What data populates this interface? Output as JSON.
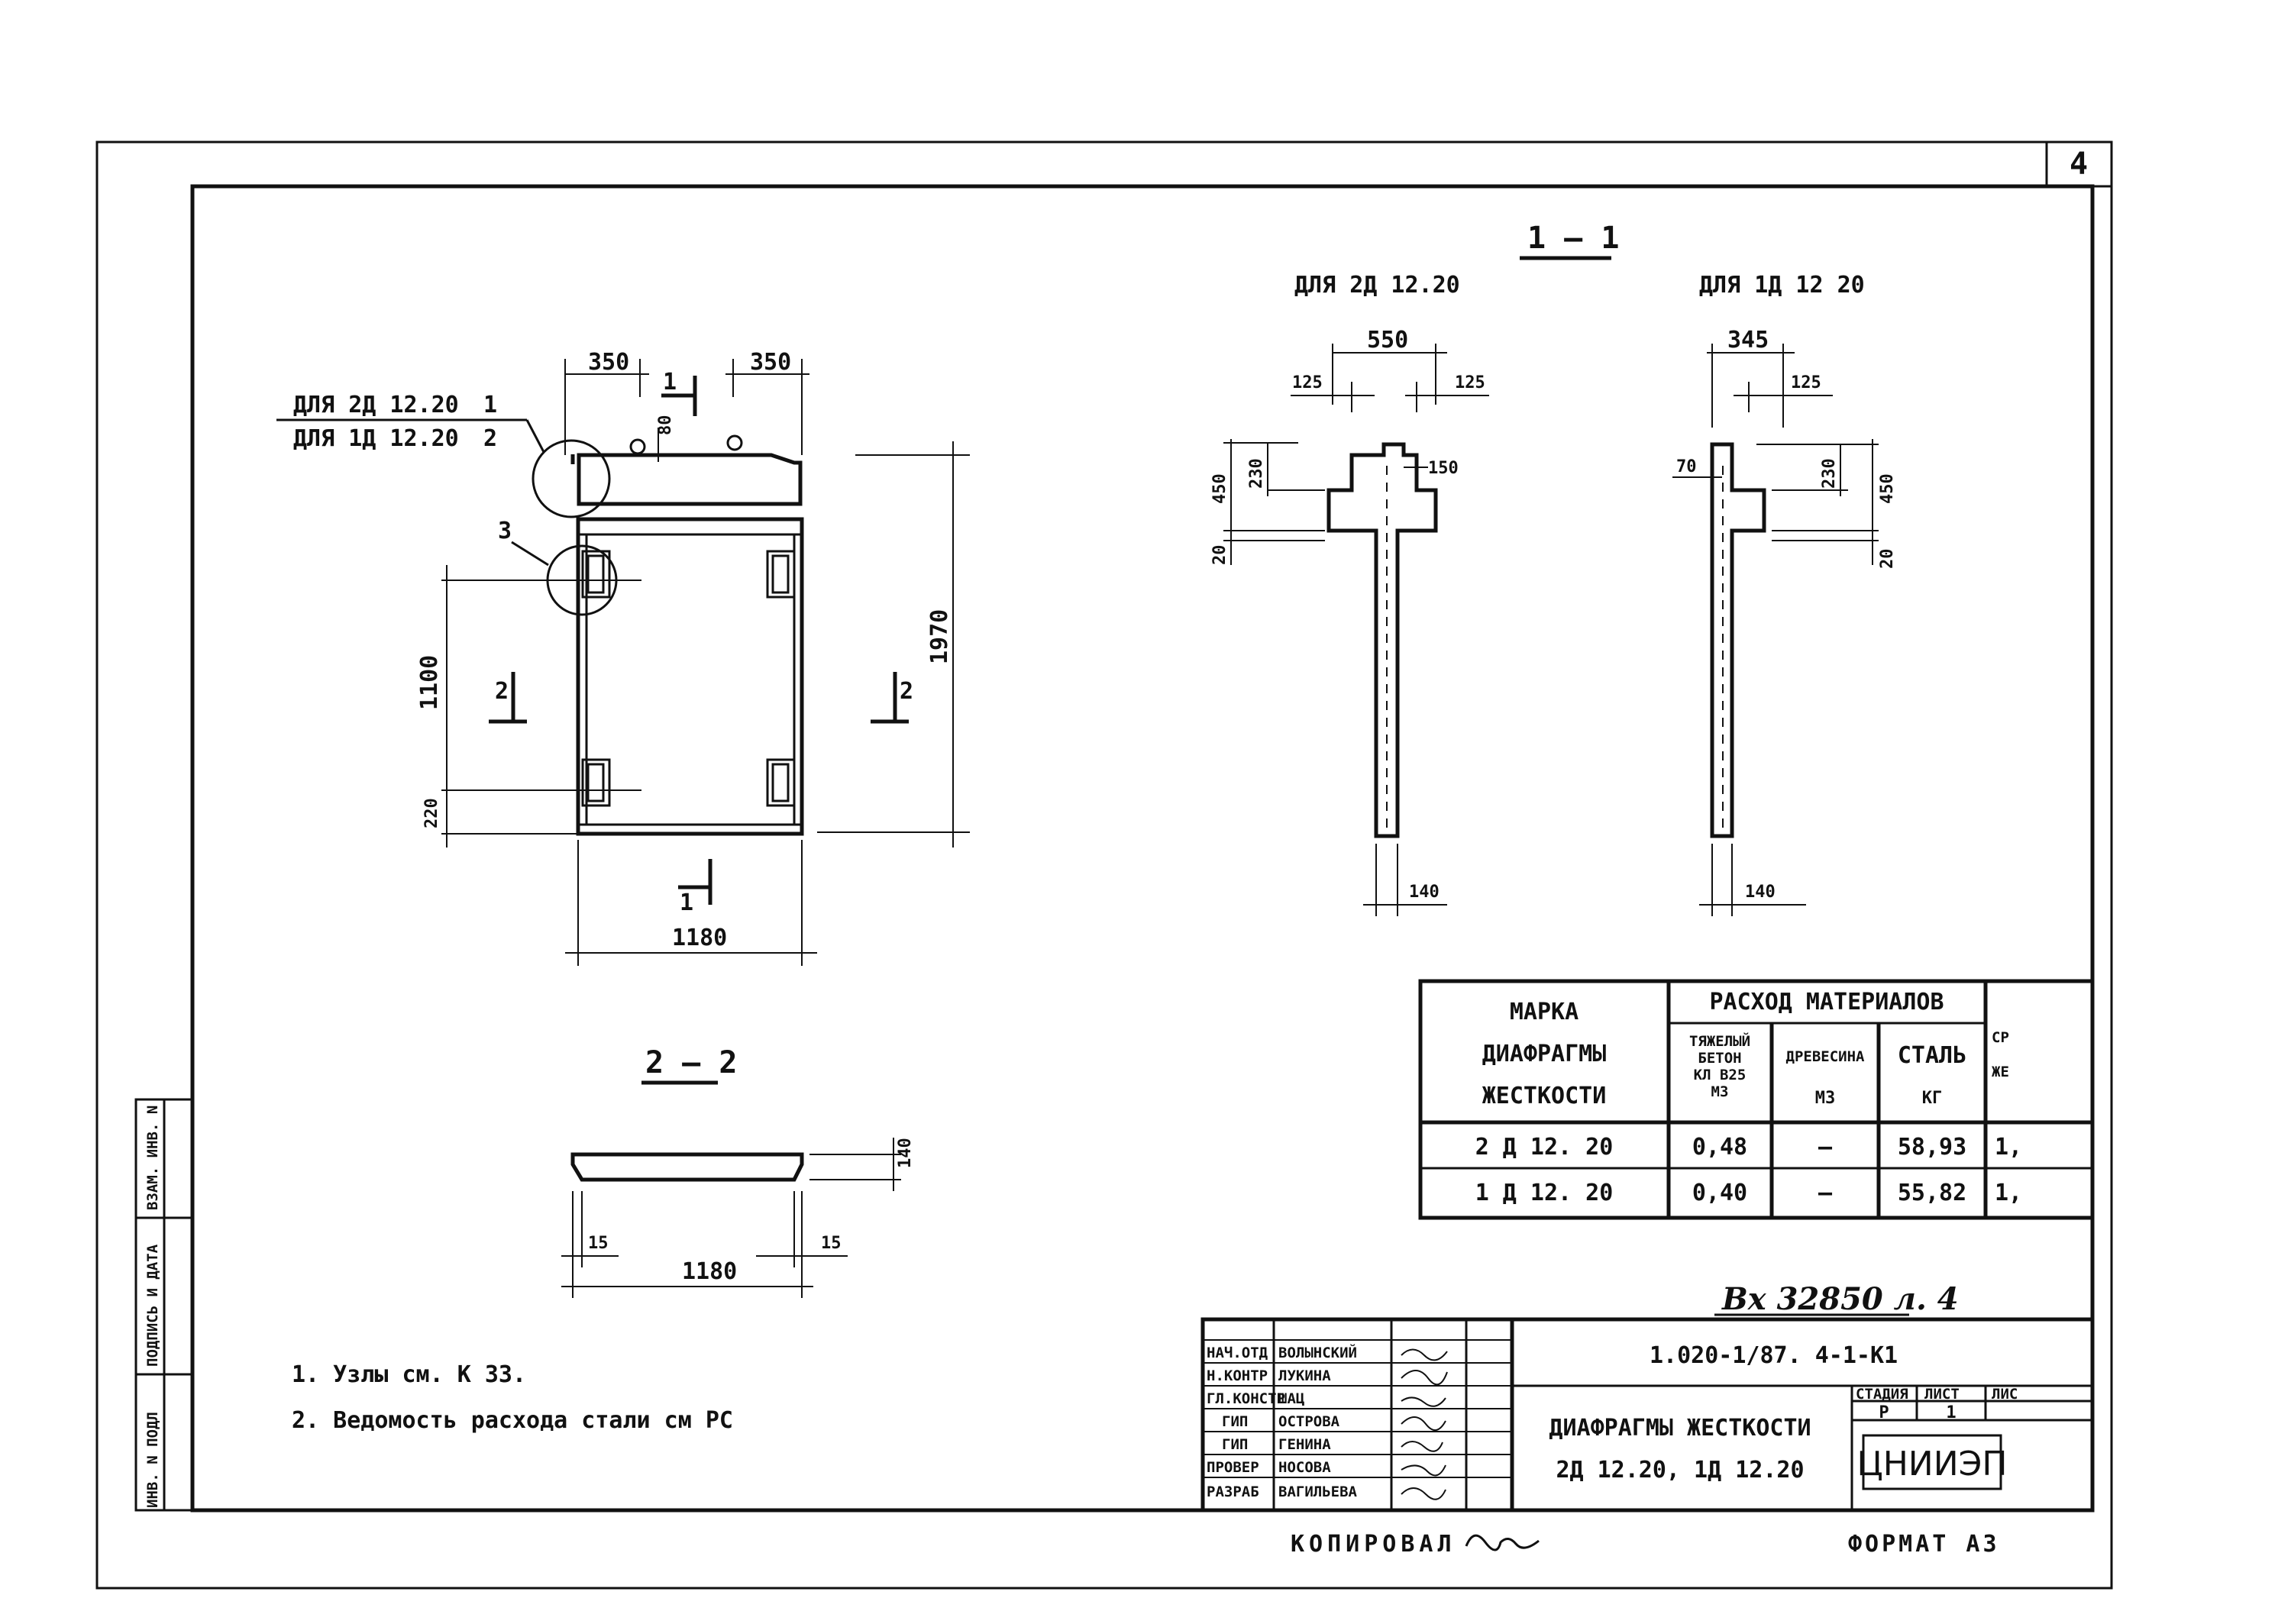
{
  "sheet_number": "4",
  "section_1_1": {
    "title": "1 — 1",
    "left_caption": "ДЛЯ 2Д 12.20",
    "right_caption": "ДЛЯ 1Д 12 20",
    "left_dims": {
      "d550": "550",
      "d125a": "125",
      "d125b": "125",
      "d450": "450",
      "d230": "230",
      "d150": "150",
      "d20": "20",
      "d140": "140"
    },
    "right_dims": {
      "d345": "345",
      "d125": "125",
      "d70": "70",
      "d230": "230",
      "d450": "450",
      "d20": "20",
      "d140": "140"
    }
  },
  "elevation": {
    "callout_line1": "ДЛЯ 2Д 12.20",
    "callout_num1": "1",
    "callout_line2": "ДЛЯ 1Д 12.20",
    "callout_num2": "2",
    "node3": "3",
    "dim_350_left": "350",
    "dim_350_right": "350",
    "dim_80": "80",
    "dim_1970": "1970",
    "dim_1100": "1100",
    "dim_220": "220",
    "dim_1180": "1180",
    "cut_1": "1",
    "cut_2": "2"
  },
  "section_2_2": {
    "title": "2 — 2",
    "dim_140": "140",
    "dim_15a": "15",
    "dim_15b": "15",
    "dim_1180": "1180"
  },
  "materials_table": {
    "col_mark": [
      "МАРКА",
      "ДИАФРАГМЫ",
      "ЖЕСТКОСТИ"
    ],
    "group_header": "РАСХОД МАТЕРИАЛОВ",
    "sub_concrete": [
      "ТЯЖЕЛЫЙ",
      "БЕТОН",
      "КЛ В25",
      "М3"
    ],
    "sub_wood": "ДРЕВЕСИНА",
    "sub_wood_unit": "М3",
    "sub_steel": "СТАЛЬ",
    "sub_steel_unit": "КГ",
    "cut_col_a": "СР",
    "cut_col_b": "ЖЕ",
    "rows": [
      {
        "mark": "2 Д  12. 20",
        "concrete": "0,48",
        "wood": "—",
        "steel": "58,93",
        "extra": "1,"
      },
      {
        "mark": "1 Д  12. 20",
        "concrete": "0,40",
        "wood": "—",
        "steel": "55,82",
        "extra": "1,"
      }
    ]
  },
  "notes": [
    "1. Узлы см. К 33.",
    "2. Ведомость расхода стали см РС"
  ],
  "side_strip": [
    "ИНВ. N ПОДЛ",
    "ПОДПИСЬ И ДАТА",
    "ВЗАМ. ИНВ. N"
  ],
  "inventory_handwritten": "Вх 32850 л. 4",
  "title_block": {
    "roles": [
      "НАЧ.ОТД",
      "Н.КОНТР",
      "ГЛ.КОНСТР",
      "ГИП",
      "ГИП",
      "ПРОВЕР",
      "РАЗРАБ"
    ],
    "names": [
      "ВОЛЫНСКИЙ",
      "ЛУКИНА",
      "ШАЦ",
      "ОСТРОВА",
      "ГЕНИНА",
      "НОСОВА",
      "ВАГИЛЬЕВА"
    ],
    "doc_code": "1.020-1/87. 4-1-К1",
    "title_line1": "ДИАФРАГМЫ ЖЕСТКОСТИ",
    "title_line2": "2Д 12.20, 1Д 12.20",
    "stage_label": "СТАДИЯ",
    "sheet_label": "ЛИСТ",
    "sheets_label": "ЛИС",
    "stage_value": "Р",
    "sheet_value": "1",
    "org": "ЦНИИЭП"
  },
  "footer_copied": "КОПИРОВАЛ",
  "footer_format": "ФОРМАТ А3"
}
